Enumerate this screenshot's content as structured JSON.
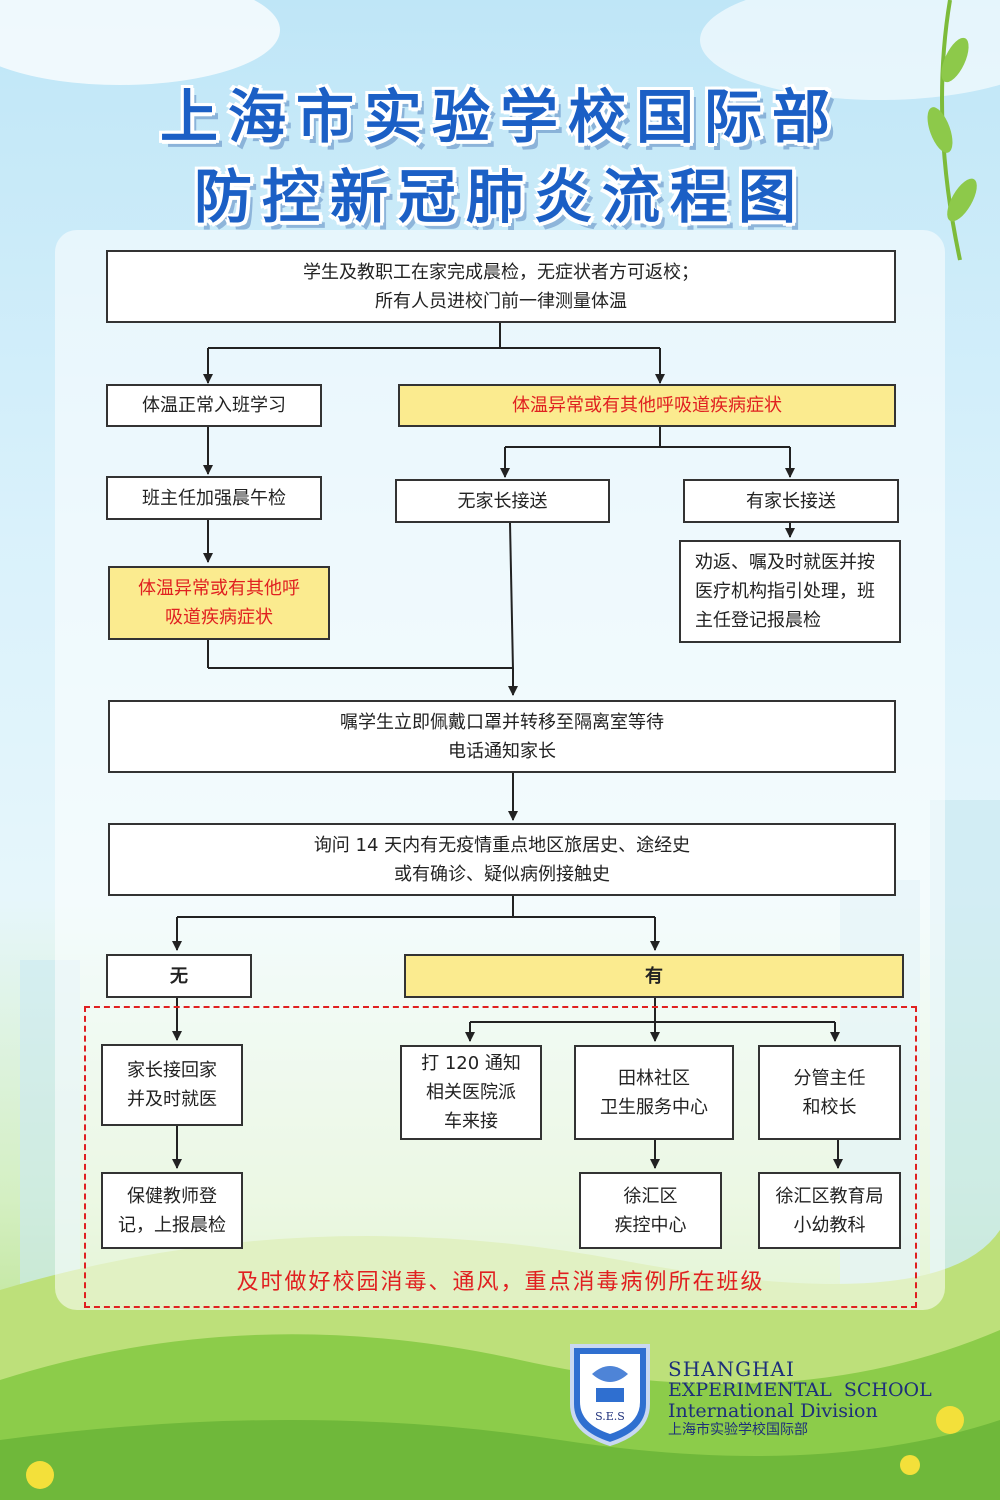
{
  "title": {
    "line1": "上海市实验学校国际部",
    "line2": "防控新冠肺炎流程图"
  },
  "steps": {
    "start": [
      "学生及教职工在家完成晨检，无症状者方可返校；",
      "所有人员进校门前一律测量体温"
    ],
    "normal": "体温正常入班学习",
    "abnormal": "体温异常或有其他呼吸道疾病症状",
    "teacher_check": "班主任加强晨午检",
    "abnormal_later": [
      "体温异常或有其他呼",
      "吸道疾病症状"
    ],
    "no_parent": "无家长接送",
    "has_parent": "有家长接送",
    "persuade": [
      "劝返、嘱及时就医并按",
      "医疗机构指引处理，班",
      "主任登记报晨检"
    ],
    "isolate": [
      "嘱学生立即佩戴口罩并转移至隔离室等待",
      "电话通知家长"
    ],
    "inquire": [
      "询问 14 天内有无疫情重点地区旅居史、途经史",
      "或有确诊、疑似病例接触史"
    ],
    "no": "无",
    "yes": "有",
    "parent_pickup": [
      "家长接回家",
      "并及时就医"
    ],
    "health_teacher": [
      "保健教师登",
      "记，上报晨检"
    ],
    "call_120": [
      "打 120 通知",
      "相关医院派",
      "车来接"
    ],
    "community": [
      "田林社区",
      "卫生服务中心"
    ],
    "director": [
      "分管主任",
      "和校长"
    ],
    "cdc": [
      "徐汇区",
      "疾控中心"
    ],
    "edu_bureau": [
      "徐汇区教育局",
      "小幼教科"
    ]
  },
  "bottom_note": "及时做好校园消毒、通风，重点消毒病例所在班级",
  "logo": {
    "badge_text": "S.E.S",
    "line1": "SHANGHAI",
    "line2": "EXPERIMENTAL  SCHOOL",
    "line3": "International Division",
    "line4": "上海市实验学校国际部"
  },
  "colors": {
    "title_blue": "#1b5fc5",
    "highlight_yellow": "#fbeb8f",
    "alert_red": "#e02020",
    "logo_navy": "#1d2f7a"
  }
}
